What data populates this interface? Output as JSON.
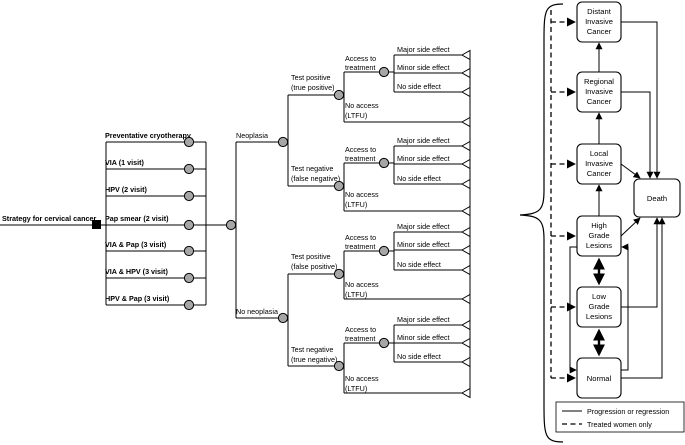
{
  "root_label": "Strategy for cervical cancer",
  "strategies": [
    "Preventative cryotherapy",
    "VIA (1 visit)",
    "HPV (2 visit)",
    "Pap smear (2 visit)",
    "VIA & Pap (3 visit)",
    "VIA & HPV (3 visit)",
    "HPV & Pap (3 visit)"
  ],
  "disease": {
    "neoplasia": "Neoplasia",
    "no_neoplasia": "No neoplasia"
  },
  "tests": {
    "pos_true": [
      "Test positive",
      "(true positive)"
    ],
    "neg_false": [
      "Test negative",
      "(false negative)"
    ],
    "pos_false": [
      "Test positive",
      "(false positive)"
    ],
    "neg_true": [
      "Test negative",
      "(true negative)"
    ]
  },
  "access": {
    "yes": [
      "Access to",
      "treatment"
    ],
    "no": [
      "No access",
      "(LTFU)"
    ]
  },
  "side_effects": [
    "Major side effect",
    "Minor side effect",
    "No side effect"
  ],
  "states": {
    "distant": [
      "Distant",
      "Invasive",
      "Cancer"
    ],
    "regional": [
      "Regional",
      "Invasive",
      "Cancer"
    ],
    "local": [
      "Local",
      "Invasive",
      "Cancer"
    ],
    "high": [
      "High",
      "Grade",
      "Lesions"
    ],
    "low": [
      "Low",
      "Grade",
      "Lesions"
    ],
    "normal": [
      "Normal"
    ],
    "death": [
      "Death"
    ]
  },
  "legend": {
    "solid": "Progression or regression",
    "dashed": "Treated women only"
  }
}
